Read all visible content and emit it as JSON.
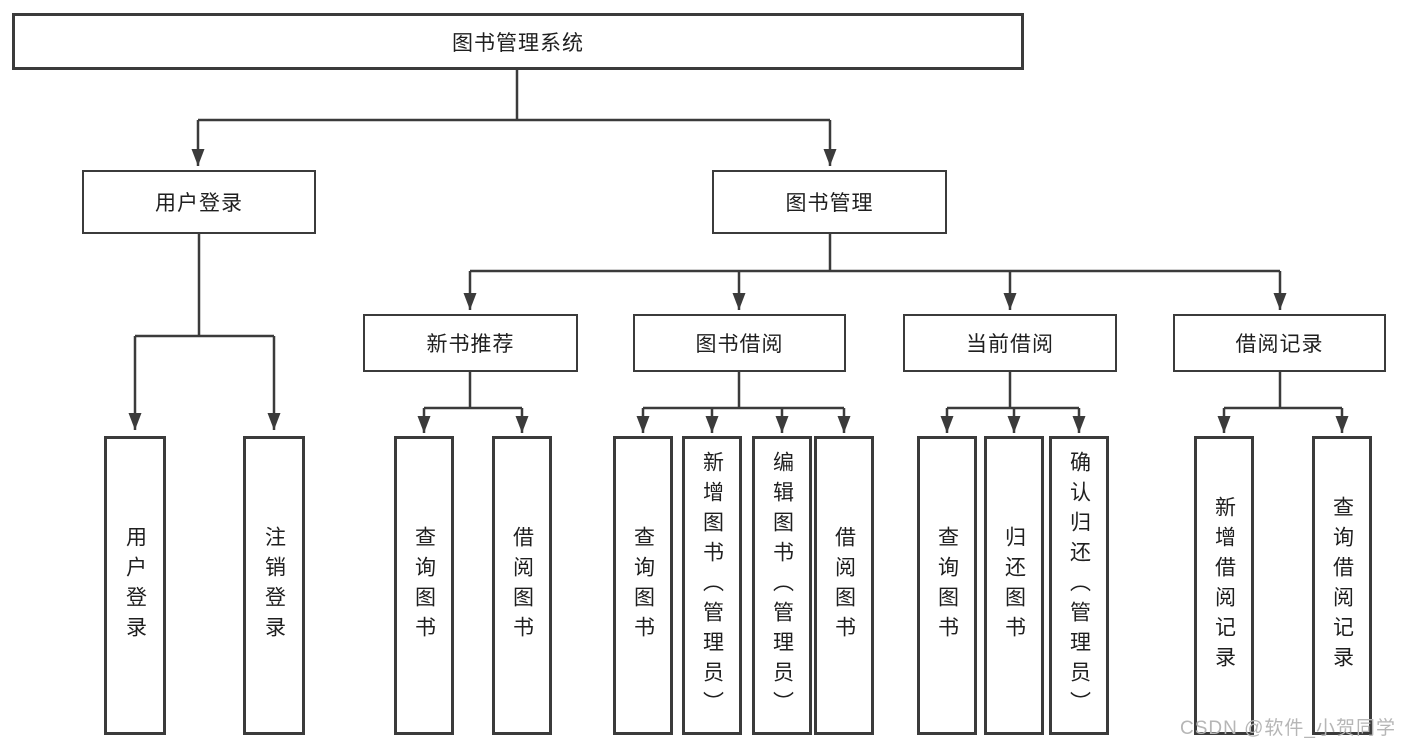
{
  "diagram": {
    "root": {
      "label": "图书管理系统"
    },
    "level2": [
      {
        "id": "user-login",
        "label": "用户登录"
      },
      {
        "id": "book-management",
        "label": "图书管理"
      }
    ],
    "level3": [
      {
        "id": "new-book-recommend",
        "label": "新书推荐",
        "parent": "图书管理"
      },
      {
        "id": "book-borrowing",
        "label": "图书借阅",
        "parent": "图书管理"
      },
      {
        "id": "current-borrowing",
        "label": "当前借阅",
        "parent": "图书管理"
      },
      {
        "id": "borrowing-records",
        "label": "借阅记录",
        "parent": "图书管理"
      }
    ],
    "leaves": [
      {
        "label": "用户登录",
        "parent": "用户登录"
      },
      {
        "label": "注销登录",
        "parent": "用户登录"
      },
      {
        "label": "查询图书",
        "parent": "新书推荐"
      },
      {
        "label": "借阅图书",
        "parent": "新书推荐"
      },
      {
        "label": "查询图书",
        "parent": "图书借阅"
      },
      {
        "label": "新增图书（管理员）",
        "parent": "图书借阅"
      },
      {
        "label": "编辑图书（管理员）",
        "parent": "图书借阅"
      },
      {
        "label": "借阅图书",
        "parent": "图书借阅"
      },
      {
        "label": "查询图书",
        "parent": "当前借阅"
      },
      {
        "label": "归还图书",
        "parent": "当前借阅"
      },
      {
        "label": "确认归还（管理员）",
        "parent": "当前借阅"
      },
      {
        "label": "新增借阅记录",
        "parent": "借阅记录"
      },
      {
        "label": "查询借阅记录",
        "parent": "借阅记录"
      }
    ],
    "watermark": "CSDN @软件_小贺同学",
    "colors": {
      "line": "#3b3b3b",
      "text": "#1f1f1f",
      "watermark": "#b6b6b6",
      "background": "#ffffff"
    }
  }
}
